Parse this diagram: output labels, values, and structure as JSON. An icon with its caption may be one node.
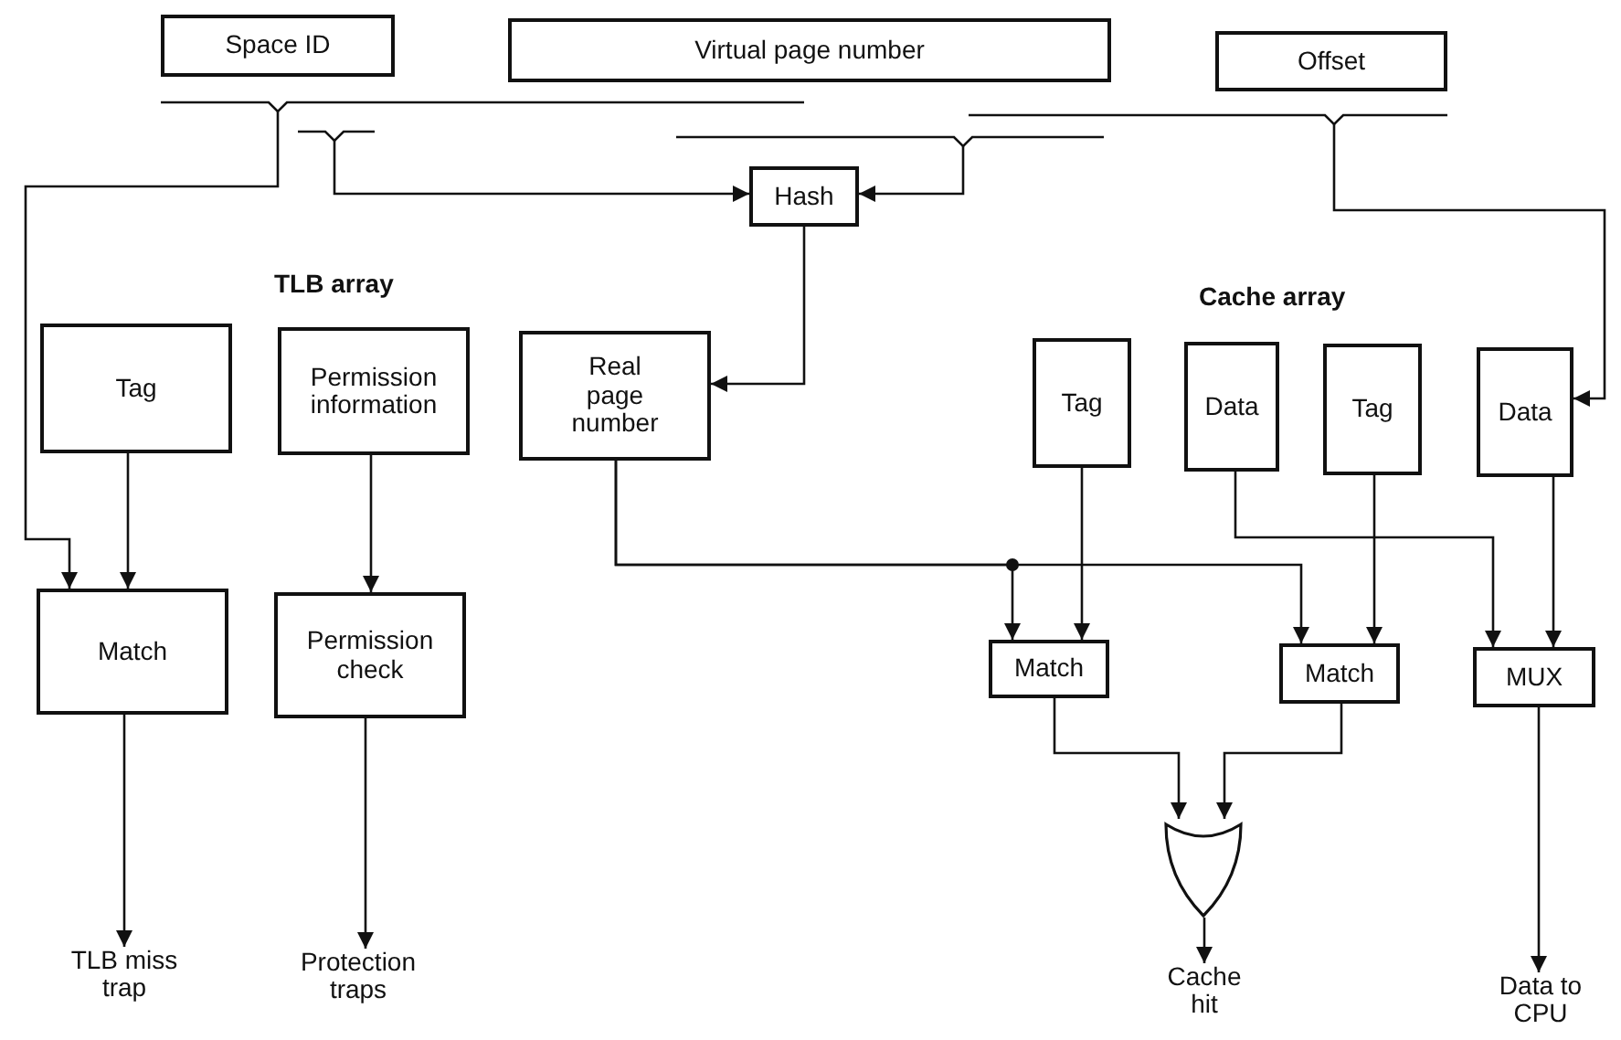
{
  "diagram": {
    "nodes": [
      {
        "text": [
          "Space ID"
        ]
      },
      {
        "text": [
          "Virtual page number"
        ]
      },
      {
        "text": [
          "Offset"
        ]
      },
      {
        "text": [
          "Hash"
        ]
      },
      {
        "text": [
          "Tag"
        ]
      },
      {
        "text": [
          "Permission information"
        ]
      },
      {
        "text": [
          "Real page number"
        ]
      },
      {
        "text": [
          "Tag"
        ]
      },
      {
        "text": [
          "Data"
        ]
      },
      {
        "text": [
          "Tag"
        ]
      },
      {
        "text": [
          "Data"
        ]
      },
      {
        "text": [
          "Match"
        ]
      },
      {
        "text": [
          "Permission check"
        ]
      },
      {
        "text": [
          "Match"
        ]
      },
      {
        "text": [
          "Match"
        ]
      },
      {
        "text": [
          "MUX"
        ]
      },
      {
        "text": [],
        "shape": "gate"
      },
      {
        "text": [
          "TLB miss trap"
        ]
      },
      {
        "text": [
          "Protection traps"
        ]
      },
      {
        "text": [
          "Cache hit"
        ]
      },
      {
        "text": [
          "Data to CPU"
        ]
      }
    ],
    "edges": [
      {
        "from": 0,
        "to": 11,
        "arrow": "to"
      },
      {
        "from": 0,
        "to": 3,
        "arrow": "to"
      },
      {
        "from": 1,
        "to": 3,
        "arrow": "to"
      },
      {
        "from": 3,
        "to": 6,
        "arrow": "to"
      },
      {
        "from": 2,
        "to": 10,
        "arrow": "to"
      },
      {
        "from": 4,
        "to": 11,
        "arrow": "to"
      },
      {
        "from": 5,
        "to": 12,
        "arrow": "to"
      },
      {
        "from": 11,
        "to": 17,
        "arrow": "to"
      },
      {
        "from": 12,
        "to": 18,
        "arrow": "to"
      },
      {
        "from": 6,
        "to": 13,
        "arrow": "to"
      },
      {
        "from": 6,
        "to": 14,
        "arrow": "to"
      },
      {
        "from": 7,
        "to": 13,
        "arrow": "to"
      },
      {
        "from": 9,
        "to": 14,
        "arrow": "to"
      },
      {
        "from": 8,
        "to": 15,
        "arrow": "to"
      },
      {
        "from": 10,
        "to": 15,
        "arrow": "to"
      },
      {
        "from": 13,
        "to": 16,
        "arrow": "to"
      },
      {
        "from": 14,
        "to": 16,
        "arrow": "to"
      },
      {
        "from": 16,
        "to": 19,
        "arrow": "to"
      },
      {
        "from": 15,
        "to": 20,
        "arrow": "to"
      }
    ],
    "labels": [
      "TLB array",
      "Cache array"
    ]
  }
}
